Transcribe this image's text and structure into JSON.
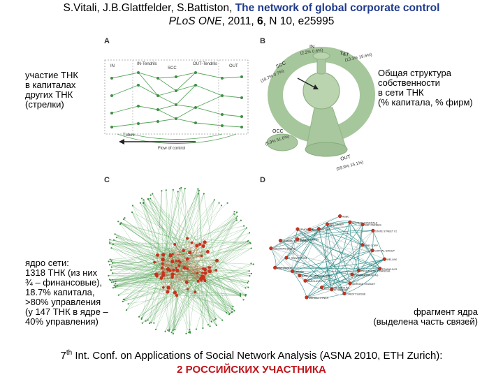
{
  "header": {
    "authors": "S.Vitali, J.B.Glattfelder, S.Battiston, ",
    "title": "The network of global corporate control",
    "journal": "PLoS ONE",
    "year_rest": ", 2011, ",
    "volume": "6",
    "issue_rest": ", N 10, e25995"
  },
  "panels": {
    "a": {
      "letter": "A",
      "labels": {
        "in": "IN",
        "in_tendrils": "IN-Tendrils",
        "scc": "SCC",
        "out_tendrils": "OUT-Tendrils",
        "out": "OUT",
        "tubes": "Tubes",
        "flow": "Flow of control"
      }
    },
    "b": {
      "letter": "B",
      "labels": {
        "in": "IN",
        "in_pct": "(2.2% 0.6%)",
        "tt": "T&T",
        "tt_pct": "(13.3% 19.6%)",
        "scc": "SCC",
        "scc_pct": "(18.7% 0.7%)",
        "occ": "OCC",
        "occ_pct": "(5.9% 51.6%)",
        "out": "OUT",
        "out_pct": "(59.9% 15.1%)"
      }
    },
    "c": {
      "letter": "C"
    },
    "d": {
      "letter": "D",
      "nodes": [
        "FRANKLIN RESOURCES",
        "PRUDENTIAL FINANCIAL",
        "COMMERZBANK AG",
        "MORGAN STANLEY",
        "CREDIT SUISSE",
        "CITIGROUP",
        "DEUTSCHE BANK AG",
        "MERRILL LYNCH",
        "BARCLAYS PLC",
        "BANK OF AMERICA CORP",
        "UBS AG",
        "KBC GROUP",
        "T. ROWE PRICE",
        "GOLDMAN SACHS",
        "LEHMAN BROTHERS",
        "BEAR STEARNS",
        "JPMORGAN",
        "AXA",
        "NATIXIS",
        "ING GROEP",
        "HSBC",
        "SOCIETE GENERALE",
        "BNP PARIBAS",
        "STATE STREET CORP",
        "FMR CORP",
        "CAPITAL GROUP",
        "WELLINGTON"
      ]
    }
  },
  "notes": {
    "a_arrows": "участие ТНК\nв капиталах\nдругих ТНК\n(стрелки)",
    "b_structure": "Общая структура\nсобственности\nв сети ТНК\n(% капитала, % фирм)",
    "c_core": "ядро сети:\n1318 ТНК (из них\n¾ – финансовые),\n18.7% капитала,\n>80% управления\n(у 147 ТНК в ядре –\n40% управления)",
    "d_fragment": "фрагмент ядра\n(выделена часть связей)"
  },
  "footer": {
    "sup": "th",
    "line1_pre": "7",
    "line1_rest": " Int. Conf. on Applications of Social Network Analysis (ASNA 2010, ETH Zurich):",
    "line2": "2 РОССИЙСКИХ УЧАСТНИКА"
  },
  "colors": {
    "title": "#1f3a8c",
    "accent_red": "#c0141b",
    "green": "#4a9a4e",
    "red_node": "#c8321e",
    "teal": "#2f8e8a"
  }
}
